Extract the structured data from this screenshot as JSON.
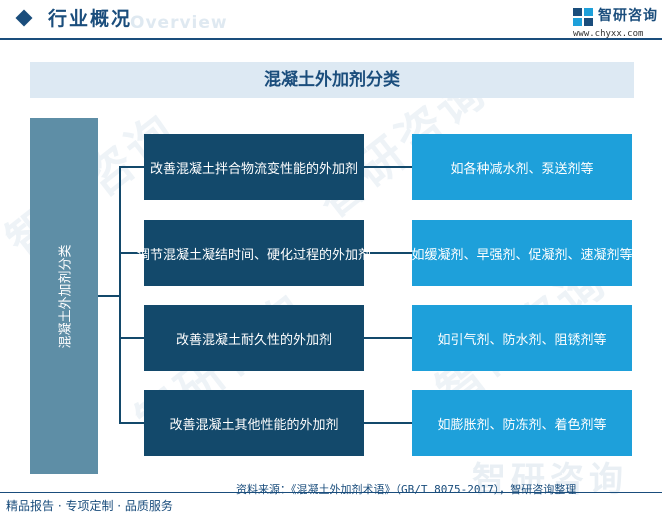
{
  "header": {
    "title": "行业概况",
    "overview": "Overview",
    "logo_text": "智研咨询",
    "logo_url": "www.chyxx.com"
  },
  "diagram": {
    "title": "混凝土外加剂分类",
    "root": "混凝土外加剂分类",
    "categories": [
      {
        "name": "改善混凝土拌合物流变性能的外加剂",
        "examples": "如各种减水剂、泵送剂等"
      },
      {
        "name": "调节混凝土凝结时间、硬化过程的外加剂",
        "examples": "如缓凝剂、早强剂、促凝剂、速凝剂等"
      },
      {
        "name": "改善混凝土耐久性的外加剂",
        "examples": "如引气剂、防水剂、阻锈剂等"
      },
      {
        "name": "改善混凝土其他性能的外加剂",
        "examples": "如膨胀剂、防冻剂、着色剂等"
      }
    ]
  },
  "footer": {
    "left": "精品报告 · 专项定制 · 品质服务",
    "source": "资料来源：《混凝土外加剂术语》（GB/T 8075-2017），智研咨询整理",
    "logo_watermark": "智研咨询"
  }
}
